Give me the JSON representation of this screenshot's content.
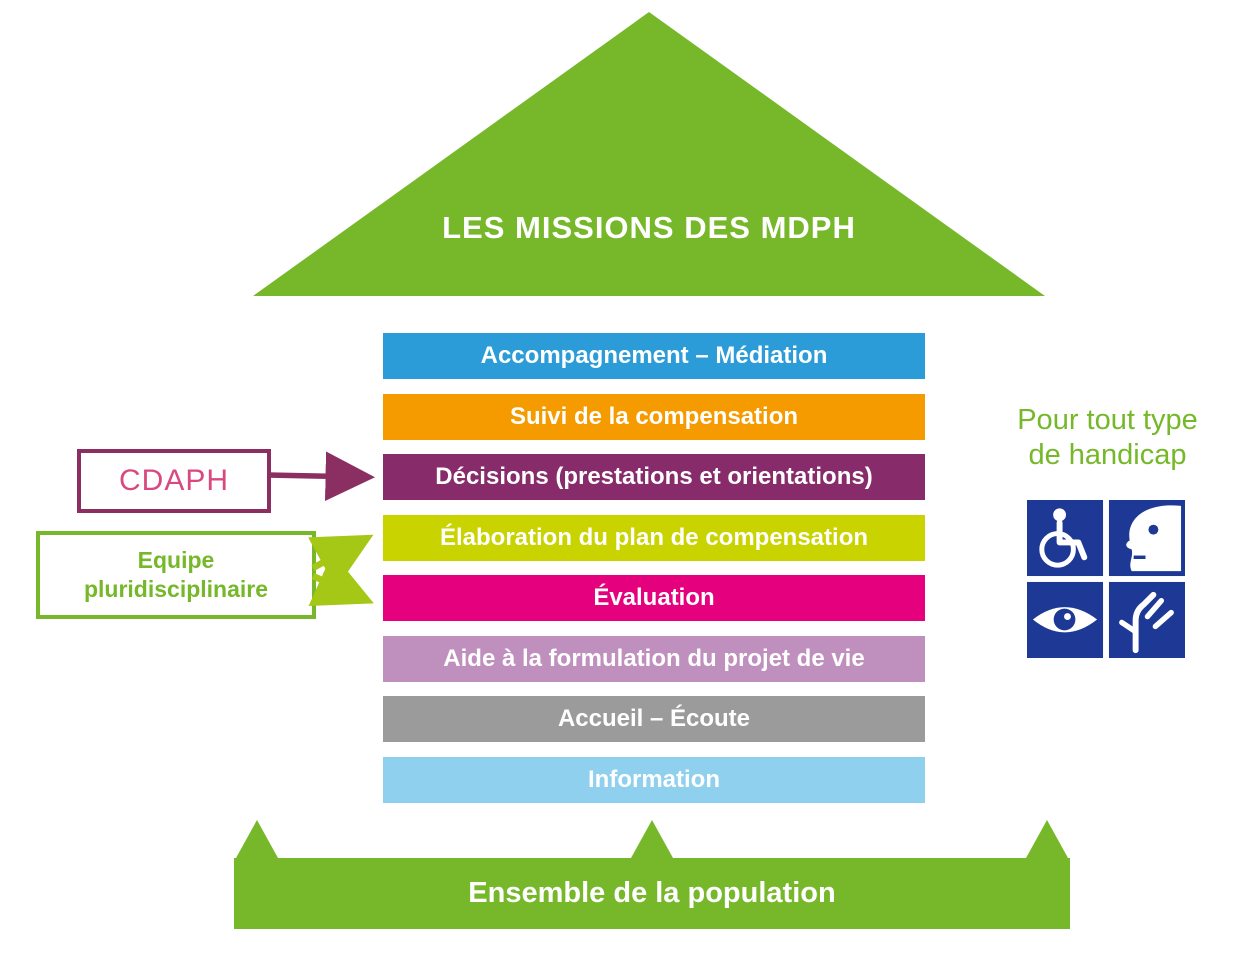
{
  "title": "LES MISSIONS DES MDPH",
  "theme": {
    "green": "#76b82a",
    "icon_blue": "#1d3995"
  },
  "bars": [
    {
      "label": "Accompagnement – Médiation",
      "color": "#2b9cd8"
    },
    {
      "label": "Suivi de la compensation",
      "color": "#f59b00"
    },
    {
      "label": "Décisions (prestations et orientations)",
      "color": "#872b6b"
    },
    {
      "label": "Élaboration du plan de compensation",
      "color": "#c9d300"
    },
    {
      "label": "Évaluation",
      "color": "#e5007d"
    },
    {
      "label": "Aide à la formulation du projet de vie",
      "color": "#bf90be"
    },
    {
      "label": "Accueil – Écoute",
      "color": "#9c9b9b"
    },
    {
      "label": "Information",
      "color": "#8ed0ee"
    }
  ],
  "cdaph": {
    "label": "CDAPH",
    "text_color": "#d9487f",
    "border_color": "#8b2e62",
    "arrow_color": "#8b2e62"
  },
  "equipe": {
    "line1": "Equipe",
    "line2": "pluridisciplinaire",
    "color": "#76b82a",
    "arrow_color": "#a5c715"
  },
  "right_annotation": {
    "line1": "Pour tout type",
    "line2": "de handicap",
    "color": "#76b82a",
    "icon_color": "#1d3995",
    "icon_tiles": [
      "wheelchair",
      "face",
      "low-vision-eye",
      "sign-language-hand"
    ]
  },
  "base": {
    "label": "Ensemble de la population",
    "color": "#76b82a"
  }
}
